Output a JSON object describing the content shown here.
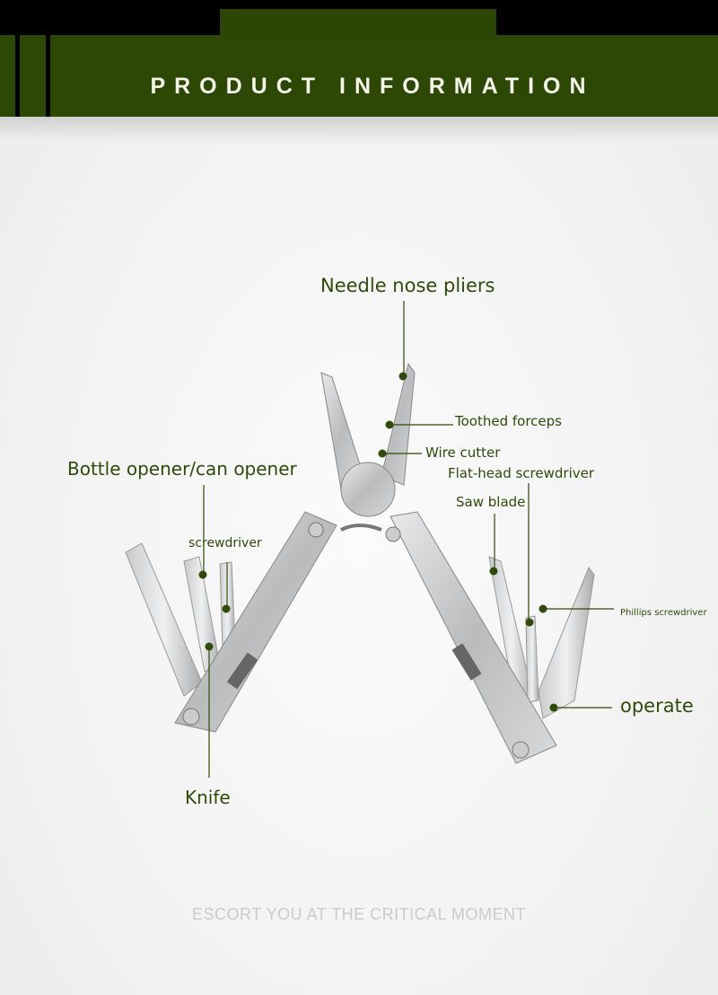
{
  "header": {
    "title": "PRODUCT INFORMATION",
    "accent": "#2d4704"
  },
  "callouts": {
    "needle_nose_pliers": "Needle nose pliers",
    "toothed_forceps": "Toothed forceps",
    "wire_cutter": "Wire cutter",
    "flat_head_screwdriver": "Flat-head screwdriver",
    "saw_blade": "Saw blade",
    "phillips_screwdriver": "Phillips screwdriver",
    "operate": "operate",
    "bottle_opener": "Bottle opener/can opener",
    "screwdriver": "screwdriver",
    "knife": "Knife"
  },
  "label_color": "#2f4a0a",
  "footer": {
    "tagline": "ESCORT YOU AT THE CRITICAL MOMENT"
  }
}
